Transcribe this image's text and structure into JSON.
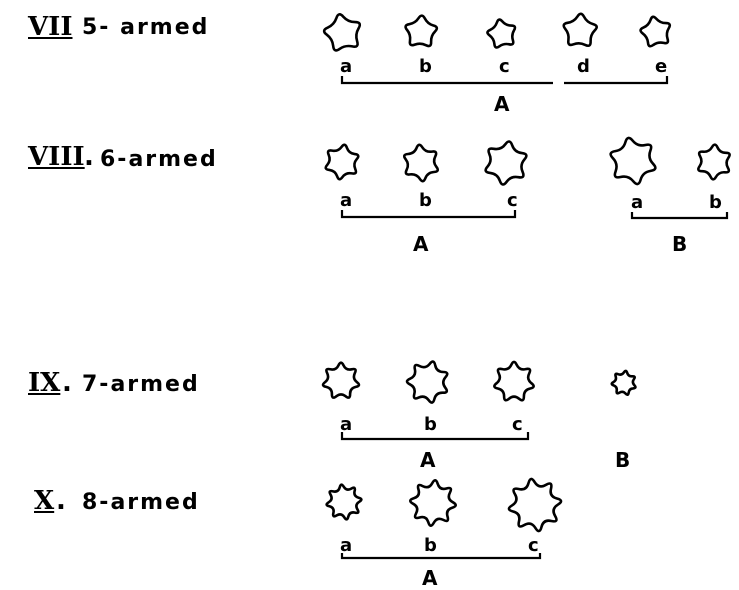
{
  "rows": [
    {
      "numeral": "VII",
      "dot": "",
      "arms_label": "5- armed",
      "groups": [
        {
          "name": "A",
          "items": [
            {
              "label": "a",
              "arms": 5
            },
            {
              "label": "b",
              "arms": 5
            },
            {
              "label": "c",
              "arms": 5
            },
            {
              "label": "d",
              "arms": 5
            },
            {
              "label": "e",
              "arms": 5
            }
          ]
        }
      ]
    },
    {
      "numeral": "VIII",
      "dot": ".",
      "arms_label": "6-armed",
      "groups": [
        {
          "name": "A",
          "items": [
            {
              "label": "a",
              "arms": 6
            },
            {
              "label": "b",
              "arms": 6
            },
            {
              "label": "c",
              "arms": 6
            }
          ]
        },
        {
          "name": "B",
          "items": [
            {
              "label": "a",
              "arms": 6
            },
            {
              "label": "b",
              "arms": 6
            }
          ]
        }
      ]
    },
    {
      "numeral": "IX",
      "dot": ".",
      "arms_label": "7-armed",
      "groups": [
        {
          "name": "A",
          "items": [
            {
              "label": "a",
              "arms": 7
            },
            {
              "label": "b",
              "arms": 7
            },
            {
              "label": "c",
              "arms": 7
            }
          ]
        },
        {
          "name": "B",
          "items": [
            {
              "label": "",
              "arms": 7
            }
          ]
        }
      ]
    },
    {
      "numeral": "X",
      "dot": ".",
      "arms_label": "8-armed",
      "groups": [
        {
          "name": "A",
          "items": [
            {
              "label": "a",
              "arms": 8
            },
            {
              "label": "b",
              "arms": 8
            },
            {
              "label": "c",
              "arms": 8
            }
          ]
        }
      ]
    }
  ]
}
